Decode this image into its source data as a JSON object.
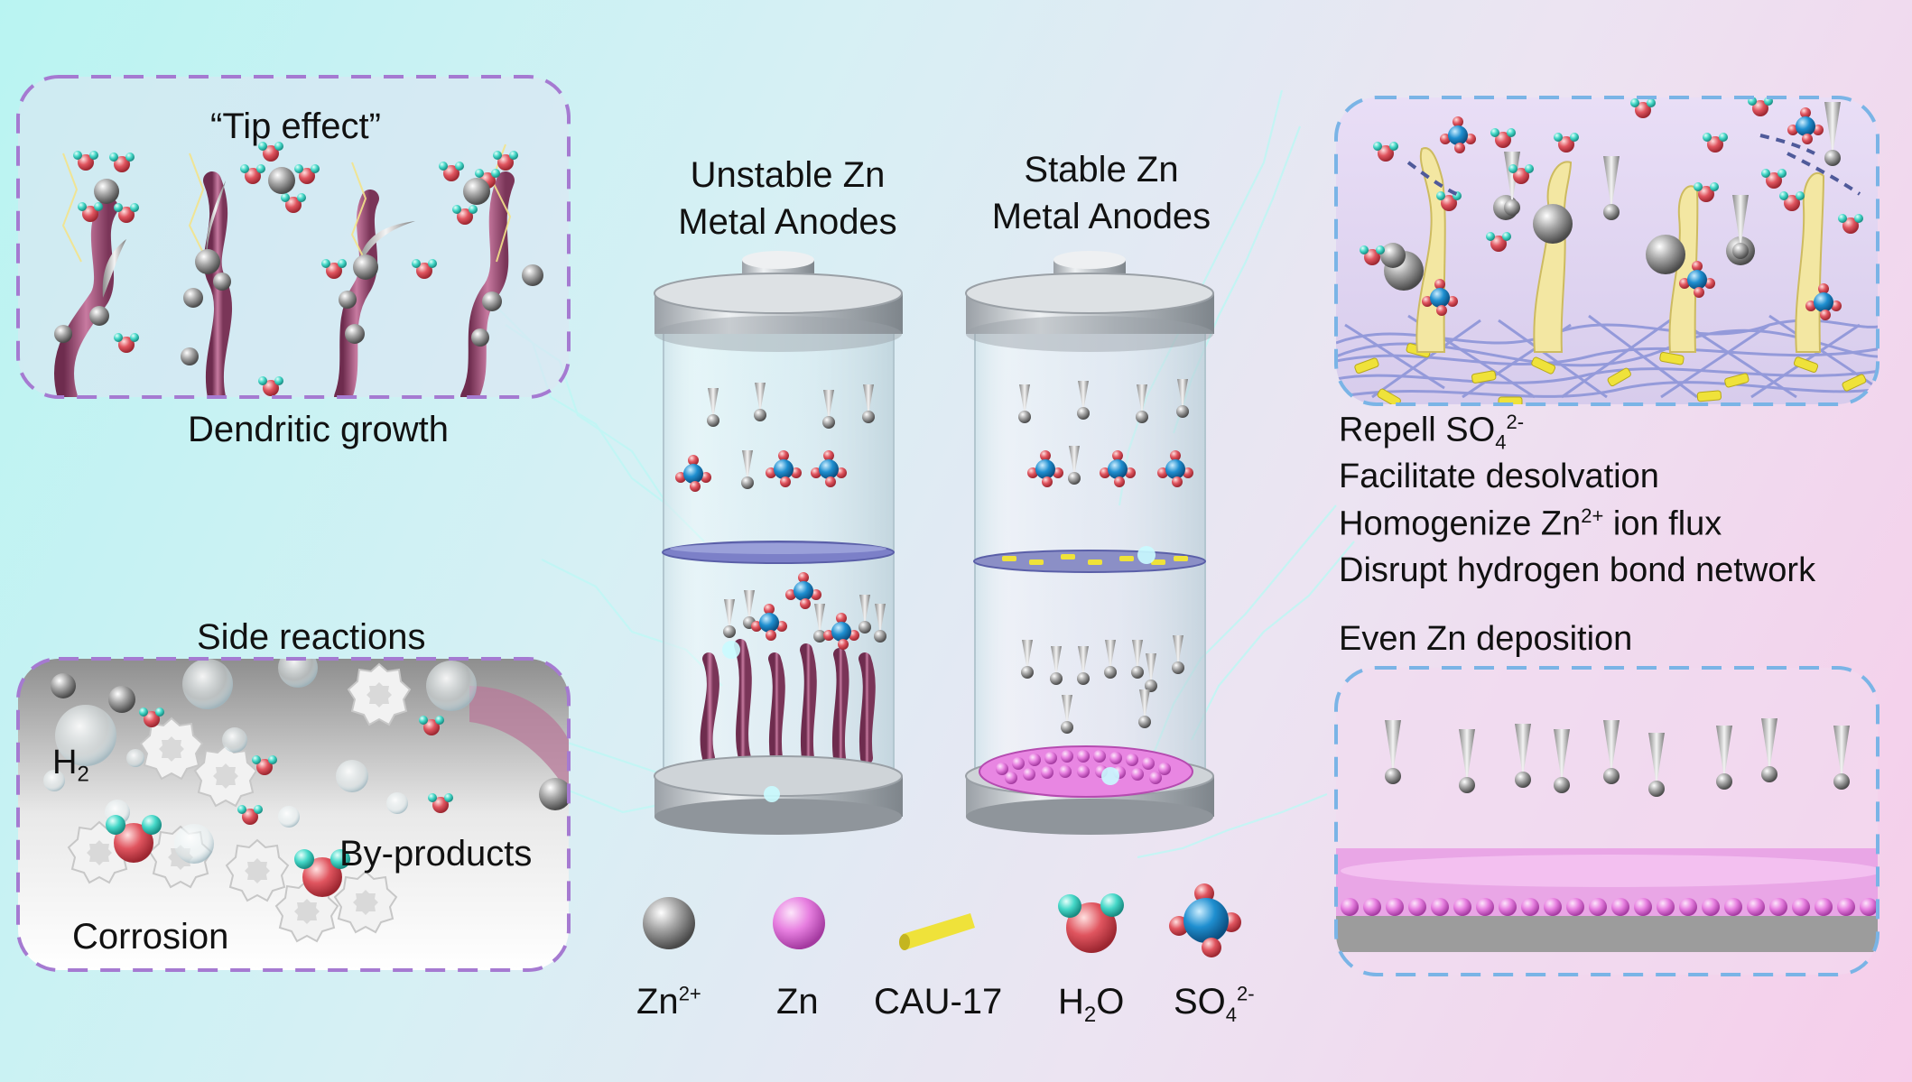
{
  "panels": {
    "tip": {
      "title": "“Tip effect”",
      "caption": "Dendritic growth"
    },
    "side": {
      "title": "Side reactions",
      "h2": "H",
      "h2_sub": "2",
      "byproducts": "By-products",
      "corrosion": "Corrosion"
    },
    "coating": {
      "line1_pre": "Repell SO",
      "line1_sub": "4",
      "line1_sup": "2-",
      "line2": "Facilitate desolvation",
      "line3_pre": "Homogenize Zn",
      "line3_sup": "2+",
      "line3_post": " ion flux",
      "line4": "Disrupt hydrogen bond network"
    },
    "deposit": {
      "caption": "Even Zn deposition"
    }
  },
  "cells": {
    "unstable": {
      "line1": "Unstable Zn",
      "line2": "Metal Anodes"
    },
    "stable": {
      "line1": "Stable Zn",
      "line2": "Metal Anodes"
    }
  },
  "legend": {
    "zn_ion": {
      "base": "Zn",
      "sup": "2+"
    },
    "zn": "Zn",
    "cau": "CAU-17",
    "water": {
      "pre": "H",
      "sub": "2",
      "post": "O"
    },
    "sulfate": {
      "base": "SO",
      "sub": "4",
      "sup": "2-"
    }
  },
  "colors": {
    "purple_frame": "#a57ad1",
    "blue_frame": "#7ab4e6",
    "zn_ion": "#9a9a9a",
    "zn_metal": "#e77fe0",
    "cau17": "#efe23a",
    "oxygen": "#e0555f",
    "hydrogen": "#45d8c8",
    "sulfur": "#1f8fd0"
  }
}
